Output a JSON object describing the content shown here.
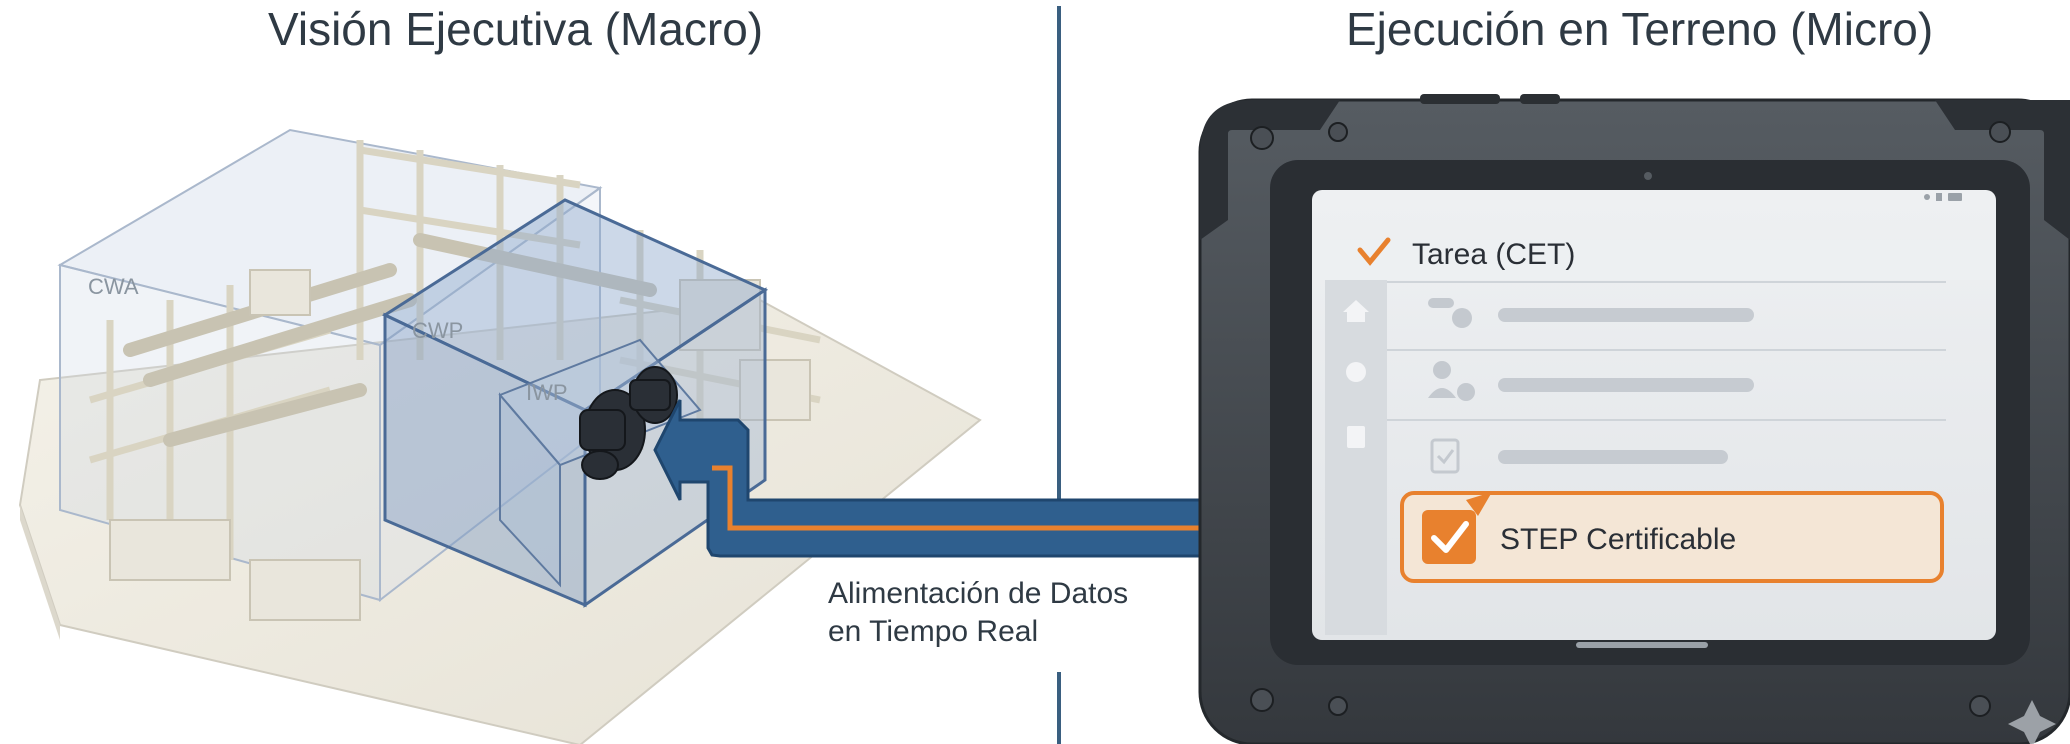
{
  "titles": {
    "left": "Visión Ejecutiva (Macro)",
    "right": "Ejecución en Terreno (Micro)"
  },
  "model": {
    "cwa_label": "CWA",
    "cwp_label": "CWP",
    "iwp_label": "IWP"
  },
  "feed_label": {
    "line1": "Alimentación de Datos",
    "line2": "en Tiempo Real"
  },
  "tablet": {
    "task_title": "Tarea (CET)",
    "step_label": "STEP Certificable"
  },
  "colors": {
    "accent_orange": "#e8812e",
    "arrow_blue": "#2f5f8e",
    "frame_dark": "#3f4449"
  }
}
